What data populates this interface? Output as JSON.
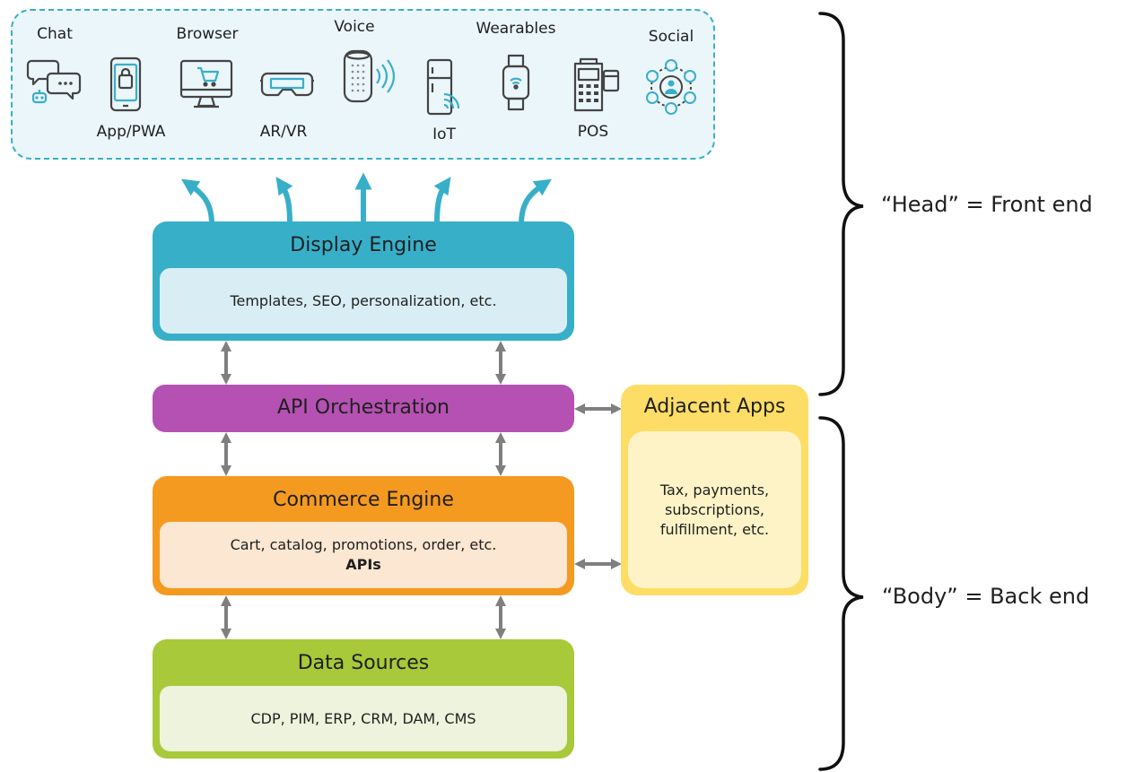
{
  "channels": {
    "chat": "Chat",
    "app_pwa": "App/PWA",
    "browser": "Browser",
    "ar_vr": "AR/VR",
    "voice": "Voice",
    "iot": "IoT",
    "wearables": "Wearables",
    "pos": "POS",
    "social": "Social",
    "icons": [
      "chat-bot-icon",
      "mobile-shop-icon",
      "monitor-cart-icon",
      "vr-headset-icon",
      "smart-speaker-icon",
      "smart-fridge-icon",
      "smartwatch-icon",
      "pos-terminal-icon",
      "social-network-icon"
    ]
  },
  "display_engine": {
    "title": "Display Engine",
    "detail": "Templates, SEO, personalization, etc."
  },
  "api_orchestration": {
    "title": "API Orchestration"
  },
  "commerce_engine": {
    "title": "Commerce Engine",
    "detail": "Cart, catalog, promotions, order, etc.",
    "detail_bold": "APIs"
  },
  "data_sources": {
    "title": "Data Sources",
    "detail": "CDP, PIM, ERP, CRM, DAM, CMS"
  },
  "adjacent_apps": {
    "title": "Adjacent Apps",
    "lines": [
      "Tax, payments,",
      "subscriptions,",
      "fulfillment, etc."
    ]
  },
  "labels": {
    "head": "“Head” = Front end",
    "body": "“Body” = Back end"
  },
  "colors": {
    "teal": "#38afc9",
    "purple": "#b551b2",
    "orange": "#f59a21",
    "green": "#a7c93a",
    "yellow": "#fddd66",
    "connector_gray": "#7f7f7f"
  }
}
